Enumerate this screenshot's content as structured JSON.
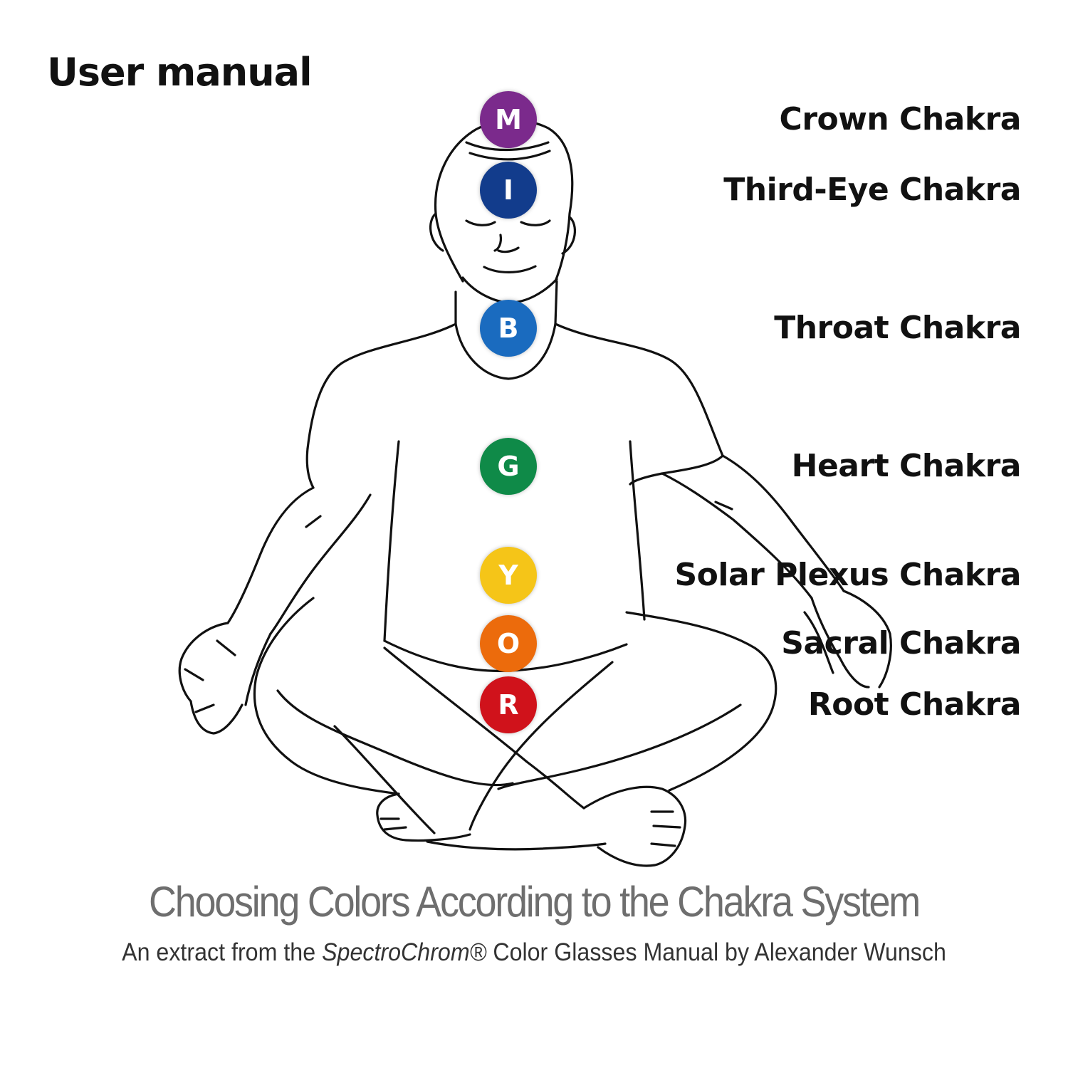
{
  "header": {
    "title": "User manual"
  },
  "chakras": [
    {
      "letter": "M",
      "name": "Crown Chakra",
      "color": "#7b2a8c"
    },
    {
      "letter": "I",
      "name": "Third-Eye Chakra",
      "color": "#123c8c"
    },
    {
      "letter": "B",
      "name": "Throat Chakra",
      "color": "#1a6bbf"
    },
    {
      "letter": "G",
      "name": "Heart Chakra",
      "color": "#0f8a48"
    },
    {
      "letter": "Y",
      "name": "Solar Plexus Chakra",
      "color": "#f5c518"
    },
    {
      "letter": "O",
      "name": "Sacral Chakra",
      "color": "#ec6b0c"
    },
    {
      "letter": "R",
      "name": "Root Chakra",
      "color": "#d0121b"
    }
  ],
  "caption": {
    "title": "Choosing Colors According to the Chakra System",
    "subtitle_prefix": "An extract from the ",
    "subtitle_brand": "SpectroChrom®",
    "subtitle_suffix": " Color Glasses Manual by Alexander Wunsch"
  }
}
